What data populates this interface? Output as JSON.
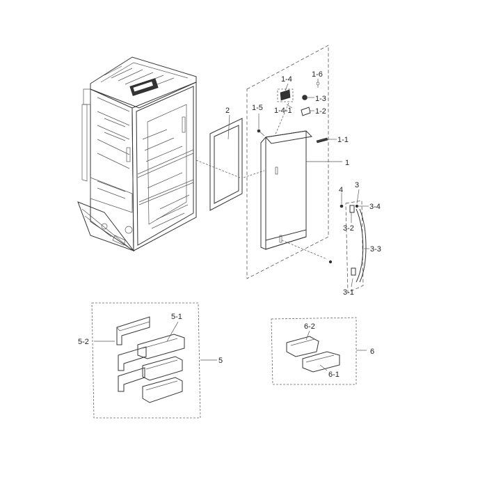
{
  "labels": {
    "l1": "1",
    "l1_1": "1-1",
    "l1_2": "1-2",
    "l1_3": "1-3",
    "l1_4": "1-4",
    "l1_4_1": "1-4-1",
    "l1_5": "1-5",
    "l1_6": "1-6",
    "l2": "2",
    "l3": "3",
    "l3_1": "3-1",
    "l3_2": "3-2",
    "l3_3": "3-3",
    "l3_4": "3-4",
    "l4": "4",
    "l5": "5",
    "l5_1": "5-1",
    "l5_2": "5-2",
    "l6": "6",
    "l6_1": "6-1",
    "l6_2": "6-2"
  }
}
